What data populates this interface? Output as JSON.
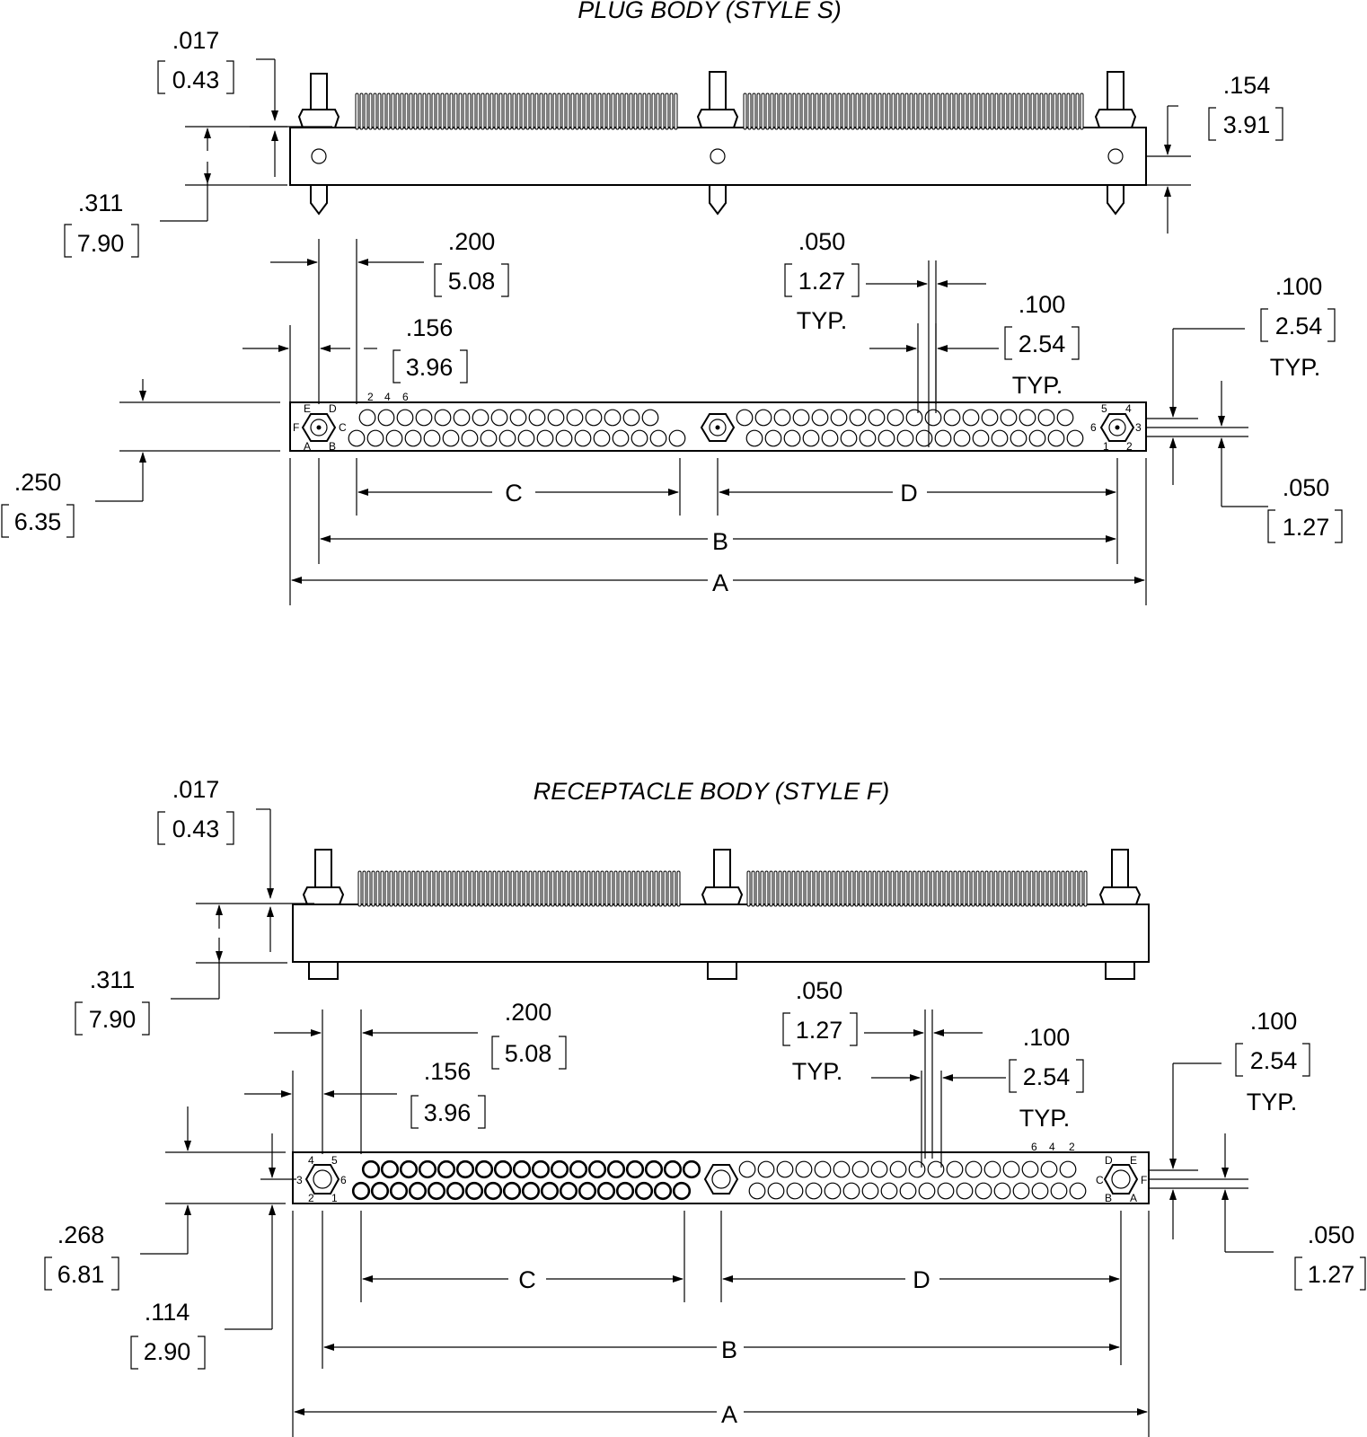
{
  "plug": {
    "title": "PLUG BODY (STYLE S)",
    "dims": {
      "d017": ".017",
      "d017m": "0.43",
      "d311": ".311",
      "d311m": "7.90",
      "d154": ".154",
      "d154m": "3.91",
      "d200": ".200",
      "d200m": "5.08",
      "d156": ".156",
      "d156m": "3.96",
      "d050": ".050",
      "d050m": "1.27",
      "d050t": "TYP.",
      "d100": ".100",
      "d100m": "2.54",
      "d100t": "TYP.",
      "d100r": ".100",
      "d100rm": "2.54",
      "d100rt": "TYP.",
      "d250": ".250",
      "d250m": "6.35",
      "d050r": ".050",
      "d050rm": "1.27"
    },
    "letters": {
      "c": "C",
      "d": "D",
      "b": "B",
      "a": "A"
    },
    "pins": {
      "p2": "2",
      "p4": "4",
      "p6": "6",
      "e": "E",
      "d": "D",
      "f": "F",
      "c": "C",
      "a": "A",
      "b": "B",
      "r5": "5",
      "r4": "4",
      "r6": "6",
      "r3": "3",
      "r1": "1",
      "r2": "2"
    }
  },
  "receptacle": {
    "title": "RECEPTACLE BODY (STYLE F)",
    "dims": {
      "d017": ".017",
      "d017m": "0.43",
      "d311": ".311",
      "d311m": "7.90",
      "d200": ".200",
      "d200m": "5.08",
      "d156": ".156",
      "d156m": "3.96",
      "d050": ".050",
      "d050m": "1.27",
      "d050t": "TYP.",
      "d100": ".100",
      "d100m": "2.54",
      "d100t": "TYP.",
      "d100r": ".100",
      "d100rm": "2.54",
      "d100rt": "TYP.",
      "d268": ".268",
      "d268m": "6.81",
      "d114": ".114",
      "d114m": "2.90",
      "d050r": ".050",
      "d050rm": "1.27"
    },
    "letters": {
      "c": "C",
      "d": "D",
      "b": "B",
      "a": "A"
    },
    "pins": {
      "p6": "6",
      "p4": "4",
      "p2": "2",
      "l4": "4",
      "l5": "5",
      "l3": "3",
      "l6": "6",
      "l2": "2",
      "l1": "1",
      "rd": "D",
      "re": "E",
      "rc": "C",
      "rf": "F",
      "rb": "B",
      "ra": "A"
    }
  }
}
